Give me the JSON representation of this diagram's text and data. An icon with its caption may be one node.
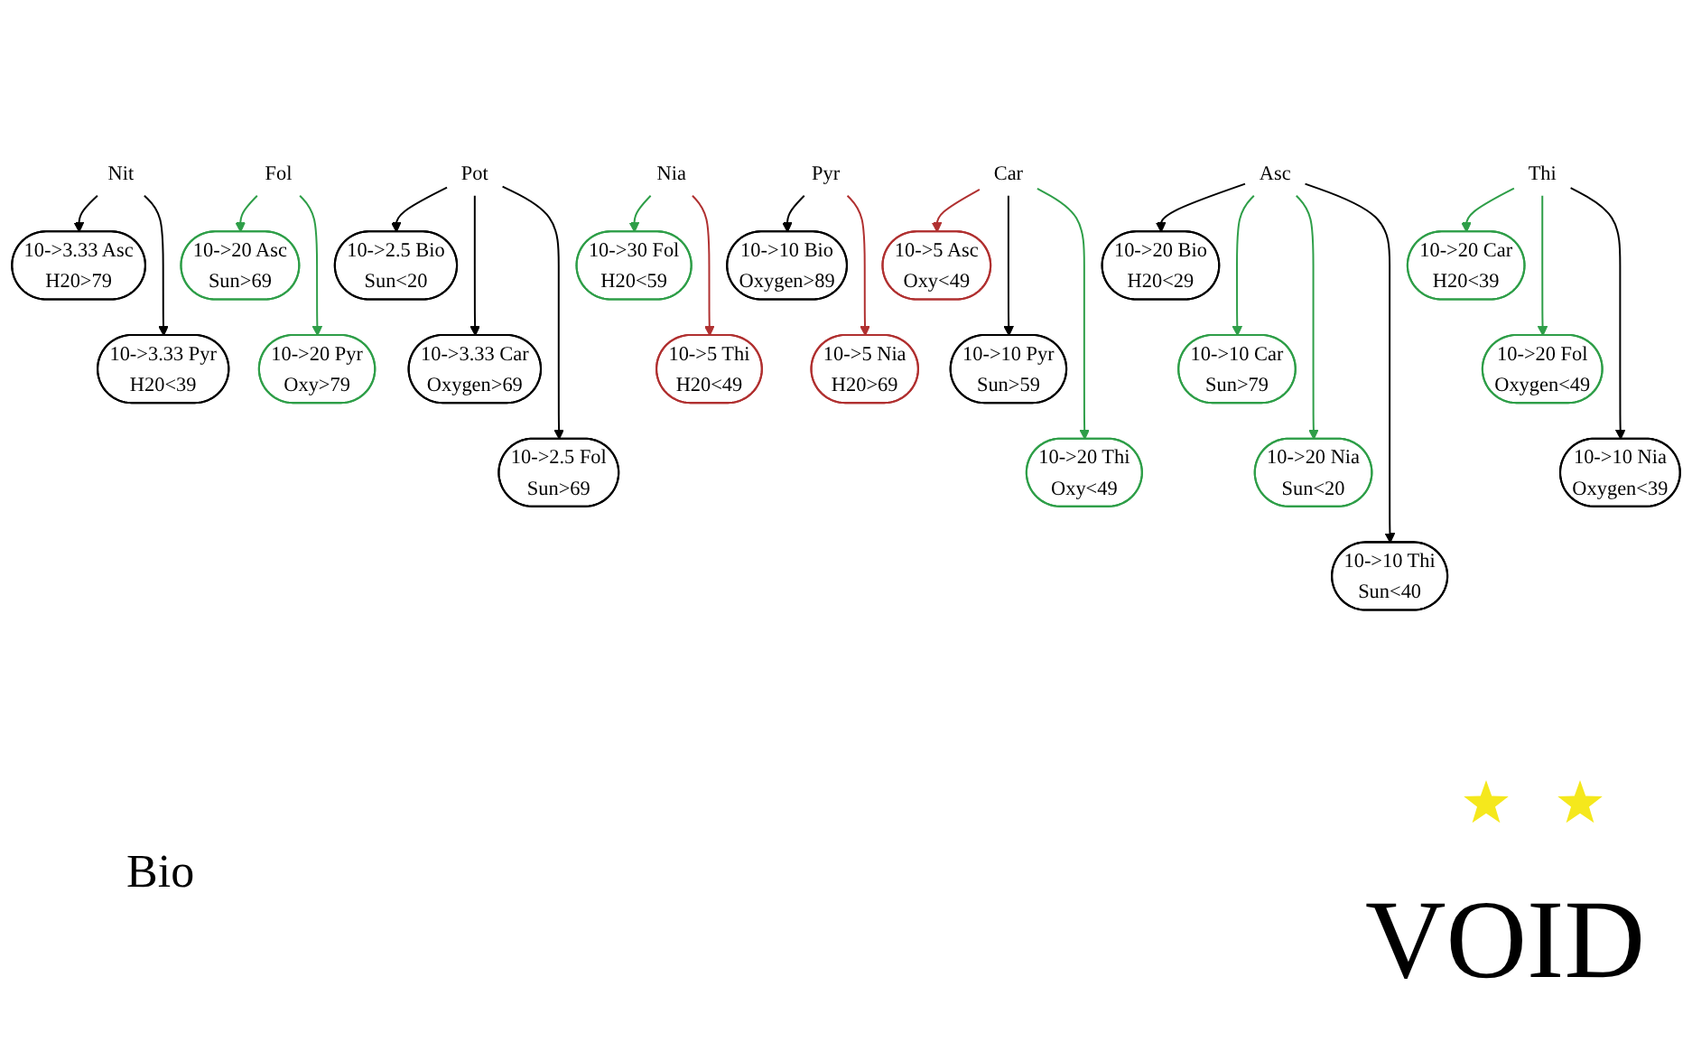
{
  "diagram": {
    "nodes": [
      {
        "text": [
          "Nit"
        ]
      },
      {
        "text": [
          "10->3.33 Asc",
          "H20>79"
        ]
      },
      {
        "text": [
          "10->3.33 Pyr",
          "H20<39"
        ]
      },
      {
        "text": [
          "Pot"
        ]
      },
      {
        "text": [
          "10->2.5 Bio",
          "Sun<20"
        ]
      },
      {
        "text": [
          "10->3.33 Car",
          "Oxygen>69"
        ]
      },
      {
        "text": [
          "10->2.5 Fol",
          "Sun>69"
        ]
      },
      {
        "text": [
          "Asc"
        ]
      },
      {
        "text": [
          "10->20 Bio",
          "H20<29"
        ]
      },
      {
        "text": [
          "10->10 Car",
          "Sun>79"
        ]
      },
      {
        "text": [
          "10->20 Nia",
          "Sun<20"
        ]
      },
      {
        "text": [
          "10->10 Thi",
          "Sun<40"
        ]
      },
      {
        "text": [
          "Car"
        ]
      },
      {
        "text": [
          "10->5 Asc",
          "Oxy<49"
        ]
      },
      {
        "text": [
          "10->10 Pyr",
          "Sun>59"
        ]
      },
      {
        "text": [
          "10->20 Thi",
          "Oxy<49"
        ]
      },
      {
        "text": [
          "Fol"
        ]
      },
      {
        "text": [
          "10->20 Asc",
          "Sun>69"
        ]
      },
      {
        "text": [
          "10->20 Pyr",
          "Oxy>79"
        ]
      },
      {
        "text": [
          "Nia"
        ]
      },
      {
        "text": [
          "10->30 Fol",
          "H20<59"
        ]
      },
      {
        "text": [
          "10->5 Thi",
          "H20<49"
        ]
      },
      {
        "text": [
          "Pyr"
        ]
      },
      {
        "text": [
          "10->10 Bio",
          "Oxygen>89"
        ]
      },
      {
        "text": [
          "10->5 Nia",
          "H20>69"
        ]
      },
      {
        "text": [
          "Thi"
        ]
      },
      {
        "text": [
          "10->20 Car",
          "H20<39"
        ]
      },
      {
        "text": [
          "10->20 Fol",
          "Oxygen<49"
        ]
      },
      {
        "text": [
          "10->10 Nia",
          "Oxygen<39"
        ]
      }
    ],
    "edges": [
      {
        "from": 0,
        "to": 1,
        "arrow": "to"
      },
      {
        "from": 0,
        "to": 2,
        "arrow": "to"
      },
      {
        "from": 3,
        "to": 4,
        "arrow": "to"
      },
      {
        "from": 3,
        "to": 5,
        "arrow": "to"
      },
      {
        "from": 3,
        "to": 6,
        "arrow": "to"
      },
      {
        "from": 7,
        "to": 8,
        "arrow": "to"
      },
      {
        "from": 7,
        "to": 9,
        "arrow": "to",
        "color": "#2e9e48"
      },
      {
        "from": 7,
        "to": 10,
        "arrow": "to",
        "color": "#2e9e48"
      },
      {
        "from": 7,
        "to": 11,
        "arrow": "to"
      },
      {
        "from": 12,
        "to": 13,
        "arrow": "to",
        "color": "#b03030"
      },
      {
        "from": 12,
        "to": 14,
        "arrow": "to"
      },
      {
        "from": 12,
        "to": 15,
        "arrow": "to",
        "color": "#2e9e48"
      },
      {
        "from": 16,
        "to": 17,
        "arrow": "to",
        "color": "#2e9e48"
      },
      {
        "from": 16,
        "to": 18,
        "arrow": "to",
        "color": "#2e9e48"
      },
      {
        "from": 19,
        "to": 20,
        "arrow": "to",
        "color": "#2e9e48"
      },
      {
        "from": 19,
        "to": 21,
        "arrow": "to",
        "color": "#b03030"
      },
      {
        "from": 22,
        "to": 23,
        "arrow": "to"
      },
      {
        "from": 22,
        "to": 24,
        "arrow": "to",
        "color": "#b03030"
      },
      {
        "from": 25,
        "to": 26,
        "arrow": "to",
        "color": "#2e9e48"
      },
      {
        "from": 25,
        "to": 27,
        "arrow": "to",
        "color": "#2e9e48"
      },
      {
        "from": 25,
        "to": 28,
        "arrow": "to"
      }
    ],
    "labels": [
      "Bio",
      "VOID"
    ]
  }
}
